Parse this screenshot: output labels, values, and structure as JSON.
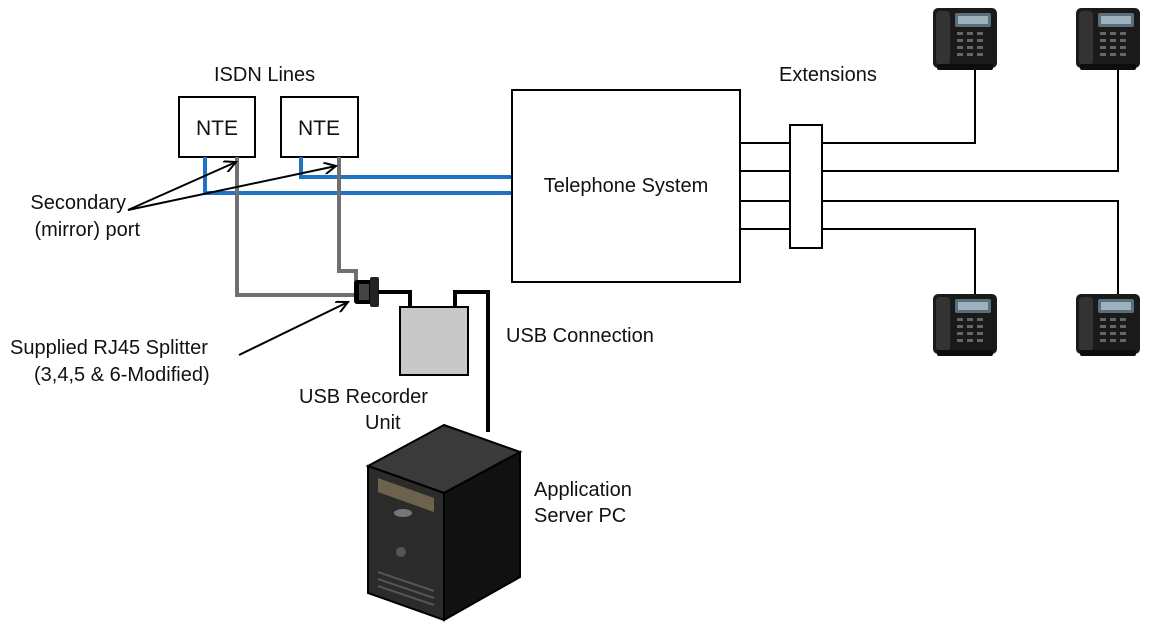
{
  "labels": {
    "isdn_lines": "ISDN Lines",
    "nte_1": "NTE",
    "nte_2": "NTE",
    "telephone_system": "Telephone System",
    "extensions": "Extensions",
    "secondary_line1": "Secondary",
    "secondary_line2": "(mirror) port",
    "splitter_line1": "Supplied RJ45 Splitter",
    "splitter_line2": "(3,4,5 & 6-Modified)",
    "usb_recorder_line1": "USB Recorder",
    "usb_recorder_line2": "Unit",
    "usb_connection": "USB Connection",
    "app_server_line1": "Application",
    "app_server_line2": "Server PC"
  },
  "icons": {
    "phone": "desk-phone-icon",
    "server": "server-tower-icon",
    "splitter": "rj45-splitter-icon"
  },
  "colors": {
    "isdn_wire": "#1f73c2",
    "mirror_wire": "#707070",
    "recorder_fill": "#c8c8c8"
  }
}
